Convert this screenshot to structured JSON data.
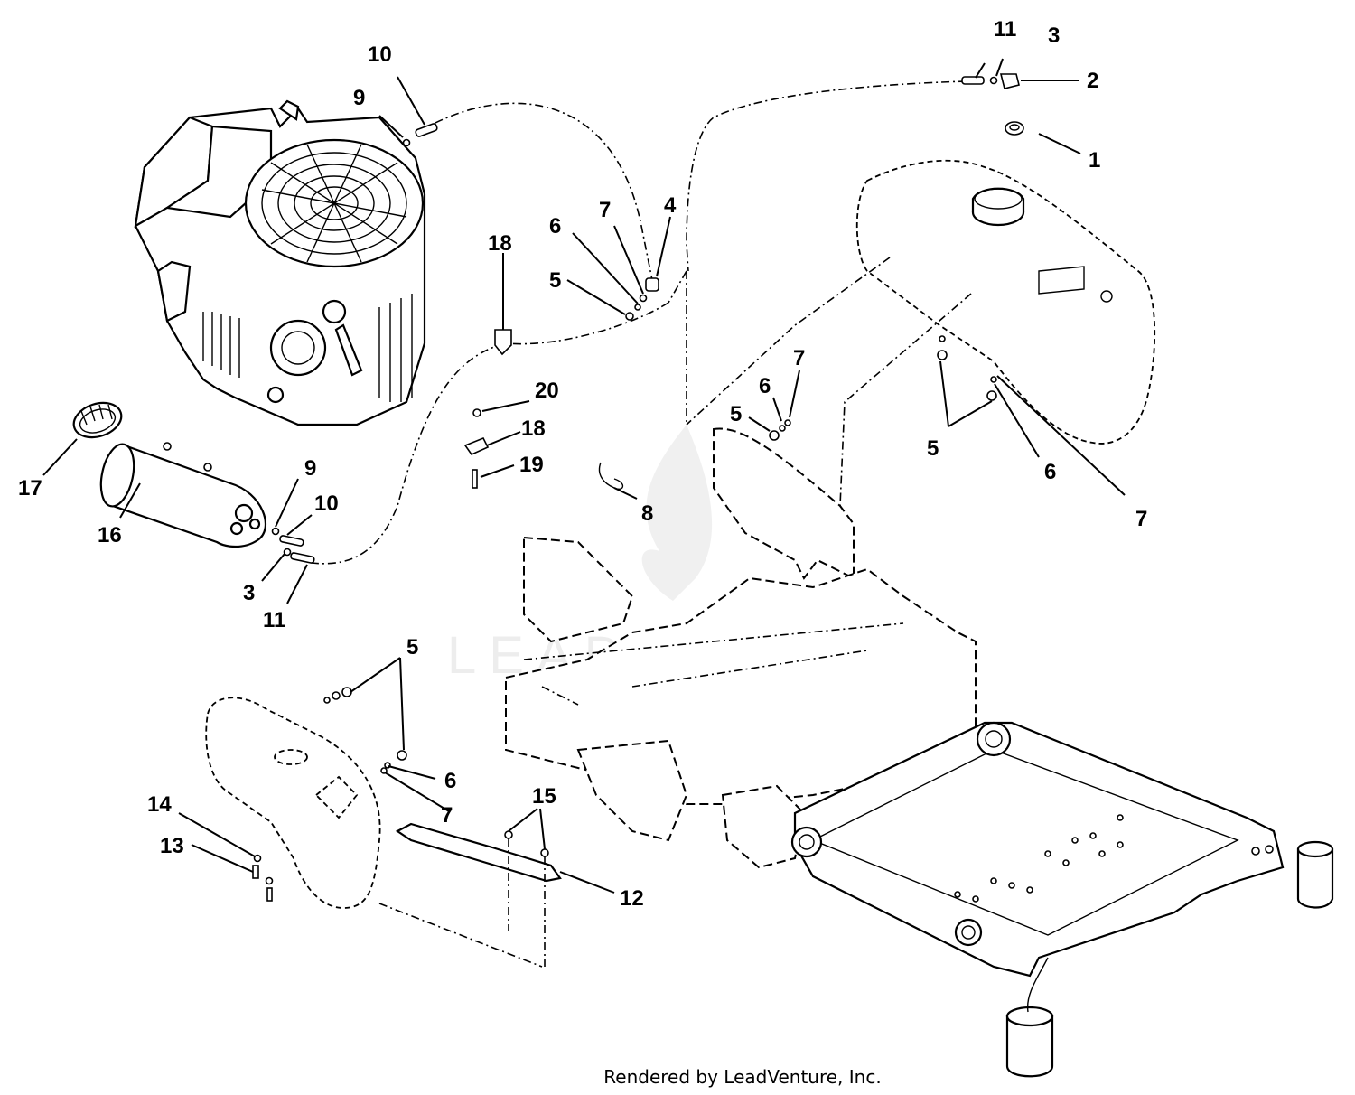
{
  "diagram": {
    "callouts": [
      {
        "id": "c-11-top",
        "label": "11"
      },
      {
        "id": "c-3-top",
        "label": "3"
      },
      {
        "id": "c-2",
        "label": "2"
      },
      {
        "id": "c-1",
        "label": "1"
      },
      {
        "id": "c-10-top",
        "label": "10"
      },
      {
        "id": "c-9-top",
        "label": "9"
      },
      {
        "id": "c-18-top",
        "label": "18"
      },
      {
        "id": "c-6-a",
        "label": "6"
      },
      {
        "id": "c-7-a",
        "label": "7"
      },
      {
        "id": "c-4",
        "label": "4"
      },
      {
        "id": "c-5-a",
        "label": "5"
      },
      {
        "id": "c-20",
        "label": "20"
      },
      {
        "id": "c-18-mid",
        "label": "18"
      },
      {
        "id": "c-19",
        "label": "19"
      },
      {
        "id": "c-8",
        "label": "8"
      },
      {
        "id": "c-6-b",
        "label": "6"
      },
      {
        "id": "c-7-b",
        "label": "7"
      },
      {
        "id": "c-5-b",
        "label": "5"
      },
      {
        "id": "c-5-c",
        "label": "5"
      },
      {
        "id": "c-6-c",
        "label": "6"
      },
      {
        "id": "c-7-c",
        "label": "7"
      },
      {
        "id": "c-17",
        "label": "17"
      },
      {
        "id": "c-16",
        "label": "16"
      },
      {
        "id": "c-9-low",
        "label": "9"
      },
      {
        "id": "c-10-low",
        "label": "10"
      },
      {
        "id": "c-3-low",
        "label": "3"
      },
      {
        "id": "c-11-low",
        "label": "11"
      },
      {
        "id": "c-5-d",
        "label": "5"
      },
      {
        "id": "c-6-d",
        "label": "6"
      },
      {
        "id": "c-7-d",
        "label": "7"
      },
      {
        "id": "c-15",
        "label": "15"
      },
      {
        "id": "c-14",
        "label": "14"
      },
      {
        "id": "c-13",
        "label": "13"
      },
      {
        "id": "c-12",
        "label": "12"
      }
    ],
    "watermark": "LEADVENTURE",
    "footer": "Rendered by LeadVenture, Inc."
  }
}
